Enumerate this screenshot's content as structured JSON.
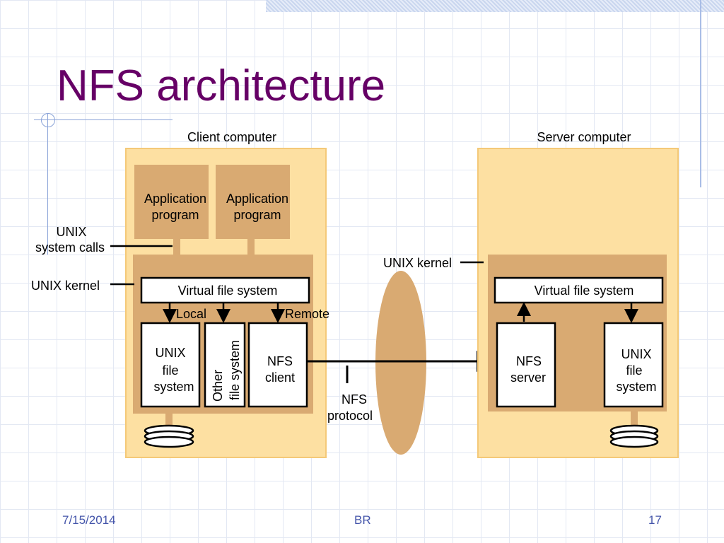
{
  "slide": {
    "title": "NFS architecture",
    "footer_date": "7/15/2014",
    "footer_center": "BR",
    "footer_page": "17"
  },
  "diagram": {
    "client_heading": "Client computer",
    "server_heading": "Server computer",
    "app1_line1": "Application",
    "app1_line2": "program",
    "app2_line1": "Application",
    "app2_line2": "program",
    "unix_syscalls_line1": "UNIX",
    "unix_syscalls_line2": "system calls",
    "unix_kernel_client": "UNIX kernel",
    "unix_kernel_server": "UNIX kernel",
    "vfs_client": "Virtual file system",
    "vfs_server": "Virtual file system",
    "local": "Local",
    "remote": "Remote",
    "client_unixfs_line1": "UNIX",
    "client_unixfs_line2": "file",
    "client_unixfs_line3": "system",
    "other_fs_line1": "Other",
    "other_fs_line2": "file system",
    "nfs_client_line1": "NFS",
    "nfs_client_line2": "client",
    "nfs_protocol_line1": "NFS",
    "nfs_protocol_line2": "protocol",
    "nfs_server_line1": "NFS",
    "nfs_server_line2": "server",
    "server_unixfs_line1": "UNIX",
    "server_unixfs_line2": "file",
    "server_unixfs_line3": "system"
  },
  "colors": {
    "title": "#660066",
    "computer_bg": "#fde0a2",
    "kernel_bg": "#d9aa72",
    "app_bg": "#d9aa72",
    "box_fill": "#ffffff"
  }
}
